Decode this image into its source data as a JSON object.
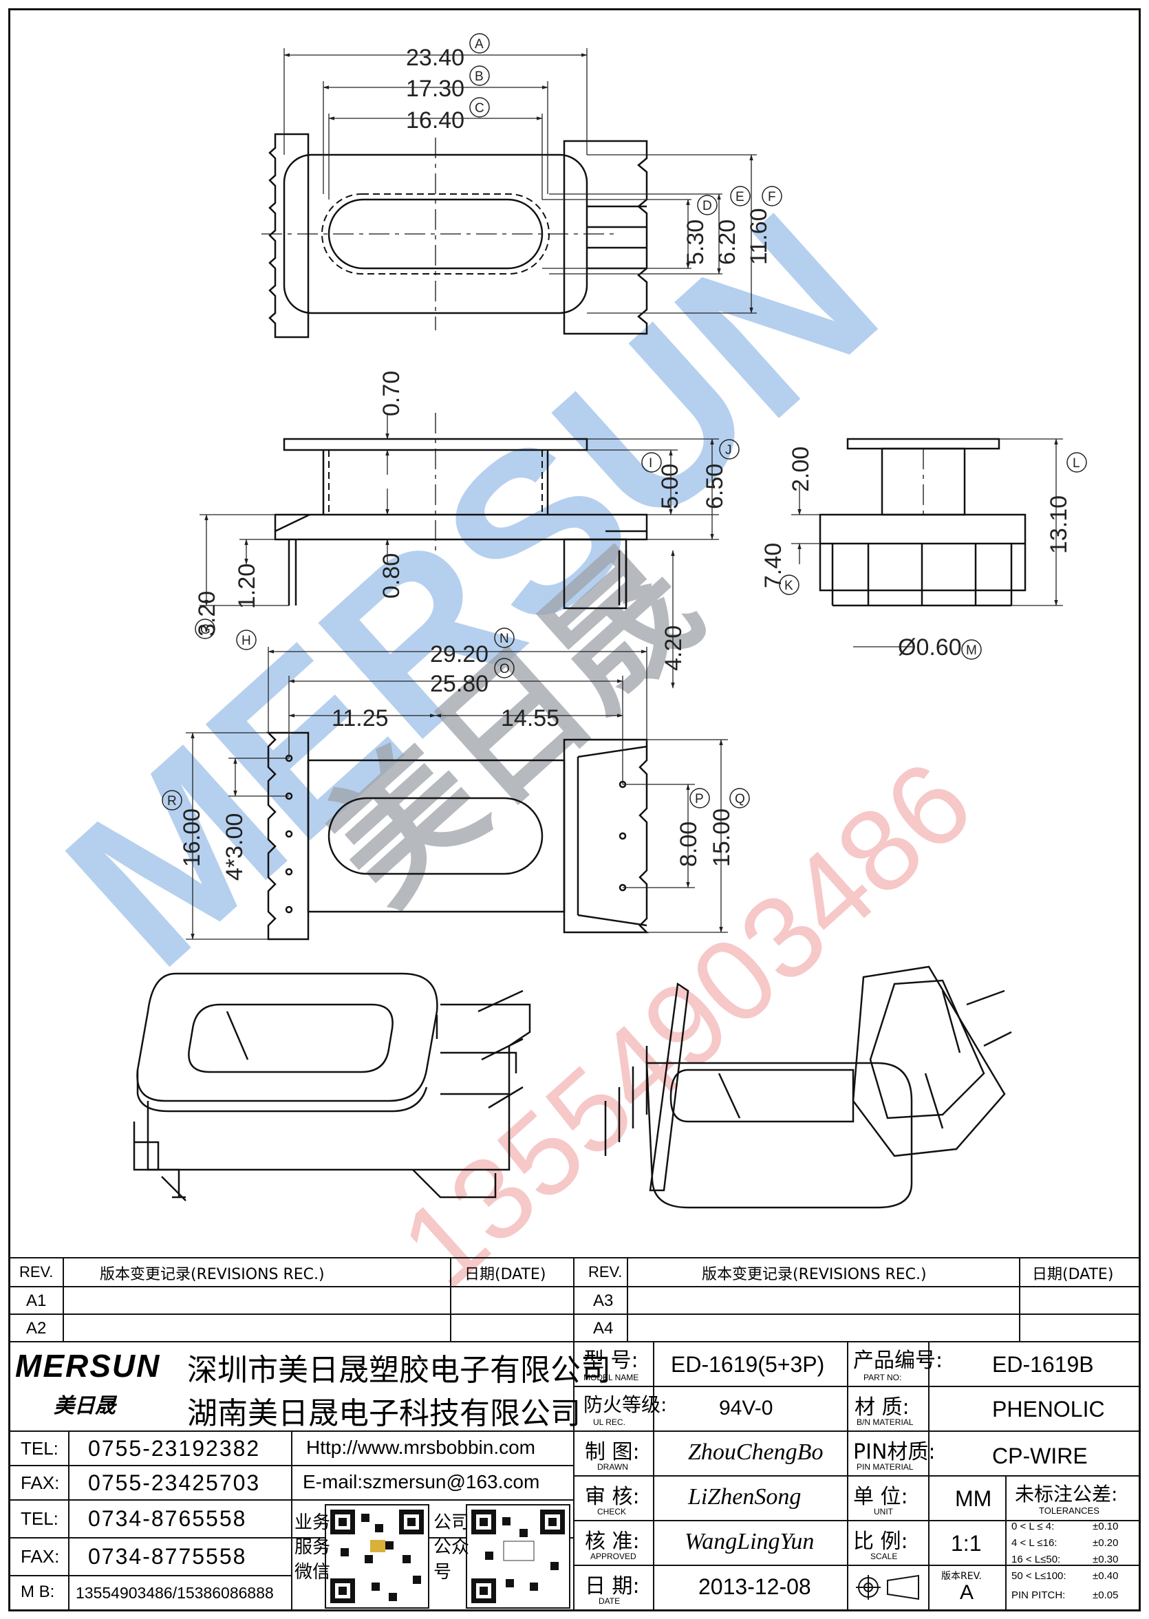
{
  "drawing": {
    "dimensions": {
      "d1": "23.40",
      "d2": "17.30",
      "d3": "16.40",
      "d4": "5.30",
      "d5": "6.20",
      "d6": "11.60",
      "d7": "0.70",
      "d8": "5.00",
      "d9": "6.50",
      "d10": "0.80",
      "d11": "3.20",
      "d12": "1.20",
      "d13": "2.00",
      "d14": "13.10",
      "d15": "7.40",
      "d16": "Ø0.60",
      "d17": "29.20",
      "d18": "25.80",
      "d19": "11.25",
      "d20": "14.55",
      "d21": "4.20",
      "d22": "16.00",
      "d23": "4*3.00",
      "d24": "8.00",
      "d25": "15.00"
    },
    "markers": [
      "A",
      "B",
      "C",
      "D",
      "E",
      "F",
      "G",
      "H",
      "I",
      "J",
      "K",
      "L",
      "M",
      "N",
      "O",
      "P",
      "Q",
      "R"
    ],
    "watermark": {
      "brand": "MERSUN",
      "cn": "美日晟",
      "phone": "13554903486",
      "color_blue": "#a9c8ec",
      "color_gray": "#8d939b",
      "color_red": "#f3b7b7"
    }
  },
  "revisions": {
    "left": {
      "header_rev": "REV.",
      "header_rec": "版本变更记录(REVISIONS REC.)",
      "header_date": "日期(DATE)",
      "rows": [
        "A1",
        "A2"
      ]
    },
    "right": {
      "header_rev": "REV.",
      "header_rec": "版本变更记录(REVISIONS REC.)",
      "header_date": "日期(DATE)",
      "rows": [
        "A3",
        "A4"
      ]
    }
  },
  "company": {
    "logo": "MERSUN",
    "logo_cn": "美日晟",
    "name1": "深圳市美日晟塑胶电子有限公司",
    "name2": "湖南美日晟电子科技有限公司",
    "contacts": [
      {
        "label": "TEL:",
        "value": "0755-23192382"
      },
      {
        "label": "FAX:",
        "value": "0755-23425703"
      },
      {
        "label": "TEL:",
        "value": "0734-8765558"
      },
      {
        "label": "FAX:",
        "value": "0734-8775558"
      },
      {
        "label": "M B:",
        "value": "13554903486/15386086888"
      }
    ],
    "website": "Http://www.mrsbobbin.com",
    "email": "E-mail:szmersun@163.com",
    "qr1_label": "业务\n服务\n微信",
    "qr2_label": "公司\n公众\n号"
  },
  "title_block": {
    "model_cn": "型 号:",
    "model_en": "MODEL NAME",
    "model_value": "ED-1619(5+3P)",
    "part_cn": "产品编号:",
    "part_en": "PART NO:",
    "part_value": "ED-1619B",
    "fire_cn": "防火等级:",
    "fire_en": "UL REC.",
    "fire_value": "94V-0",
    "material_cn": "材 质:",
    "material_en": "B/N MATERIAL",
    "material_value": "PHENOLIC",
    "drawn_cn": "制 图:",
    "drawn_en": "DRAWN",
    "drawn_value": "ZhouChengBo",
    "pin_cn": "PIN材质:",
    "pin_en": "PIN MATERIAL",
    "pin_value": "CP-WIRE",
    "check_cn": "审 核:",
    "check_en": "CHECK",
    "check_value": "LiZhenSong",
    "unit_cn": "单 位:",
    "unit_en": "UNIT",
    "unit_value": "MM",
    "approved_cn": "核 准:",
    "approved_en": "APPROVED",
    "approved_value": "WangLingYun",
    "scale_cn": "比 例:",
    "scale_en": "SCALE",
    "scale_value": "1:1",
    "date_cn": "日 期:",
    "date_en": "DATE",
    "date_value": "2013-12-08",
    "version_label": "版本REV.",
    "version_value": "A",
    "tol_title_cn": "未标注公差:",
    "tol_title_en": "TOLERANCES",
    "tolerances": [
      {
        "range": "0 < L ≤ 4:",
        "value": "±0.10"
      },
      {
        "range": "4 < L ≤16:",
        "value": "±0.20"
      },
      {
        "range": "16 < L≤50:",
        "value": "±0.30"
      },
      {
        "range": "50 < L≤100:",
        "value": "±0.40"
      },
      {
        "range": "PIN PITCH:",
        "value": "±0.05"
      }
    ]
  }
}
